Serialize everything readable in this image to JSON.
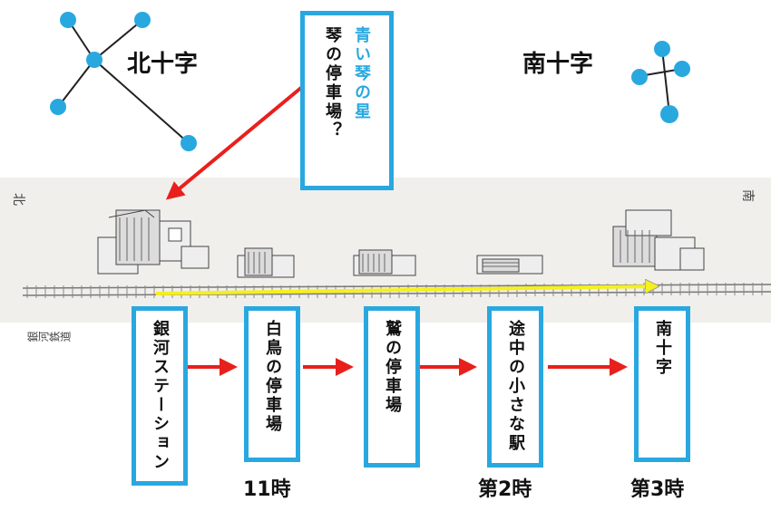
{
  "constellations": {
    "north_label": "北十字",
    "south_label": "南十字"
  },
  "callout": {
    "line1": "青い琴の星",
    "line2": "琴の停車場？"
  },
  "map": {
    "north_mark": "北",
    "south_mark": "南",
    "railway_label": "銀河鉄道"
  },
  "stations": [
    {
      "label": "銀河ステーション",
      "time": ""
    },
    {
      "label": "白鳥の停車場",
      "time": "11時"
    },
    {
      "label": "鷲の停車場",
      "time": ""
    },
    {
      "label": "途中の小さな駅",
      "time": "第2時"
    },
    {
      "label": "南十字",
      "time": "第3時"
    }
  ],
  "colors": {
    "box_border": "#29a8e0",
    "star_dot": "#29a8e0",
    "arrow_red": "#e8201c",
    "route_yellow": "#f5f01e",
    "callout_blue_text": "#29a8e0"
  }
}
